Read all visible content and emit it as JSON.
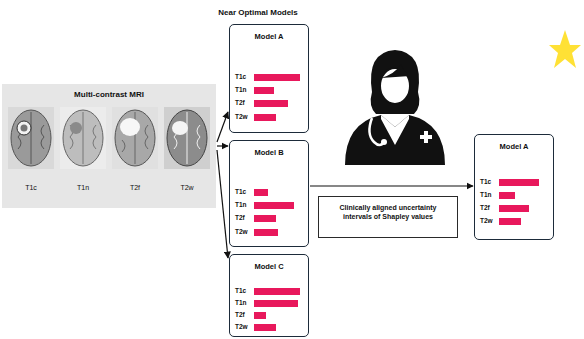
{
  "diagram": {
    "title": "Near Optimal Models",
    "nodes": [
      {
        "text": [
          "Multi-contrast MRI",
          "T1c",
          "T1n",
          "T2f",
          "T2w"
        ]
      },
      {
        "text": [
          "Model A",
          "T1c",
          "T1n",
          "T2f",
          "T2w"
        ]
      },
      {
        "text": [
          "Model B",
          "T1c",
          "T1n",
          "T2f",
          "T2w"
        ]
      },
      {
        "text": [
          "Model C",
          "T1c",
          "T1n",
          "T2f",
          "T2w"
        ]
      },
      {
        "text": [
          "Clinically aligned uncertainty intervals of Shapley values"
        ]
      },
      {
        "text": [
          "Model A",
          "T1c",
          "T1n",
          "T2f",
          "T2w"
        ]
      }
    ],
    "edges": [
      {
        "from": 0,
        "to": 1,
        "arrow": "to"
      },
      {
        "from": 0,
        "to": 2,
        "arrow": "to"
      },
      {
        "from": 0,
        "to": 3,
        "arrow": "to"
      },
      {
        "from": 2,
        "to": 5,
        "arrow": "to"
      }
    ]
  }
}
